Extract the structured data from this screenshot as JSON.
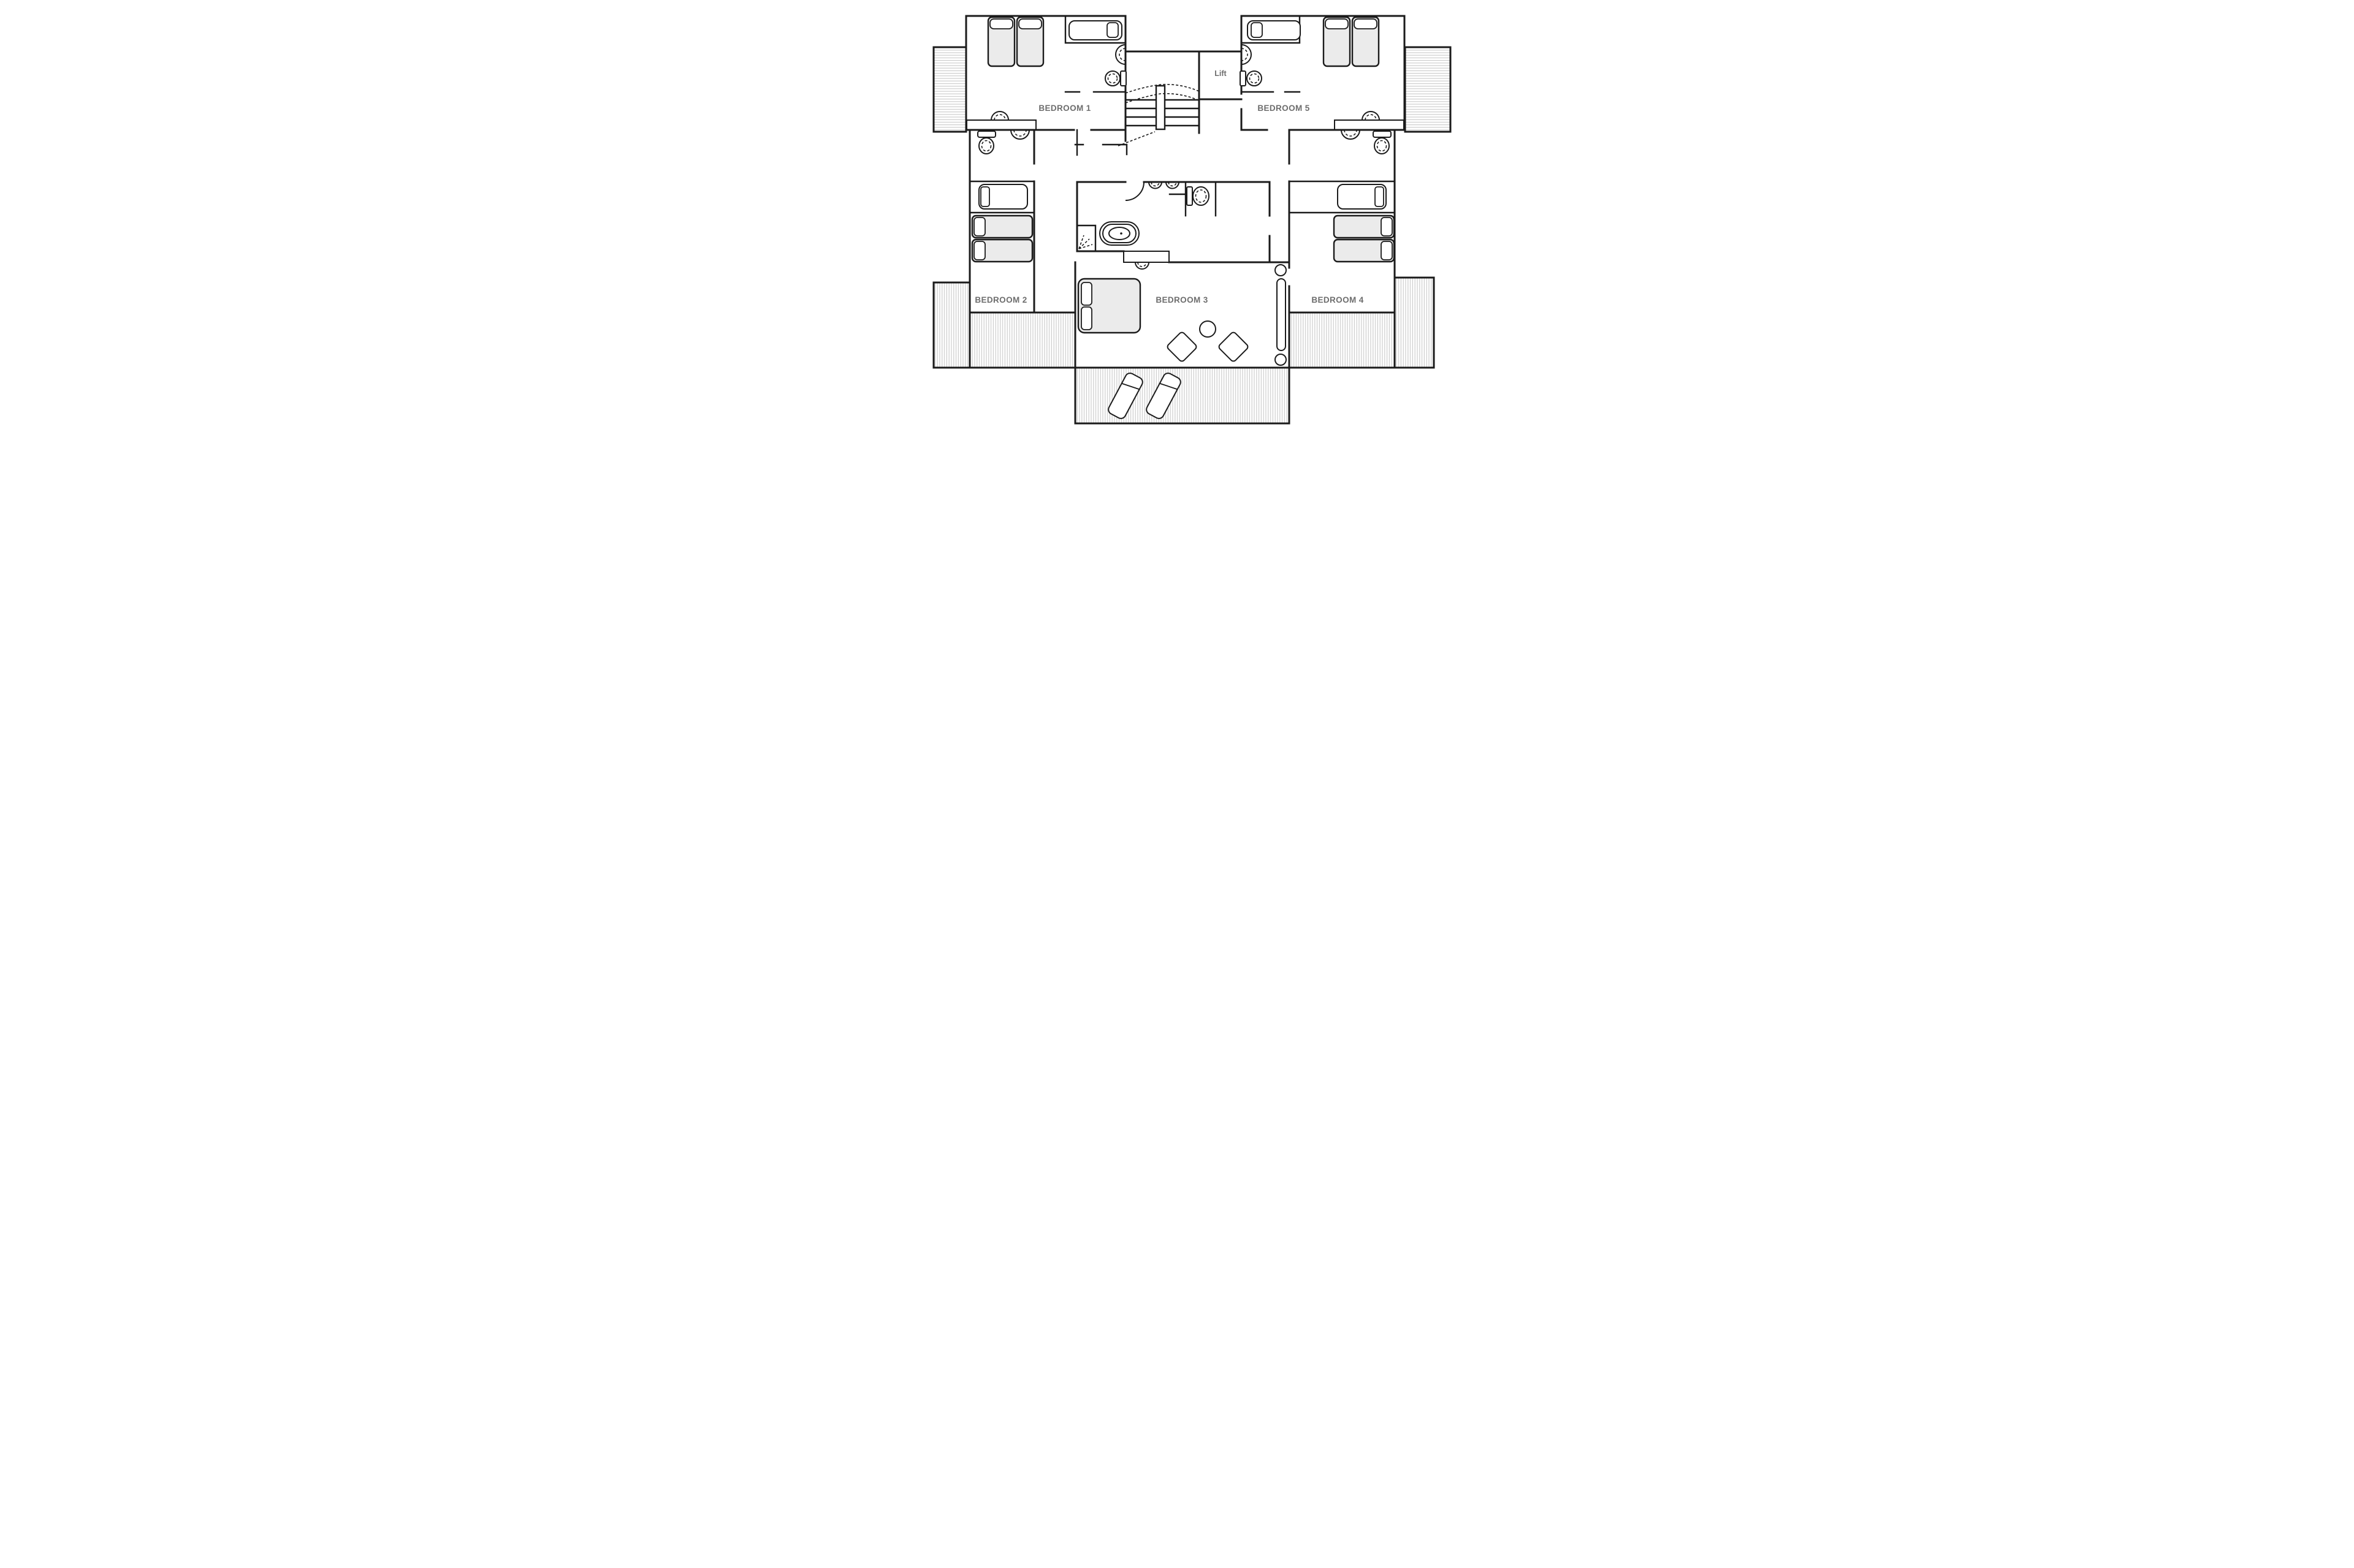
{
  "diagram_type": "architectural-floor-plan",
  "floor": {
    "labels": {
      "bedroom1": "BEDROOM 1",
      "bedroom2": "BEDROOM 2",
      "bedroom3": "BEDROOM 3",
      "bedroom4": "BEDROOM 4",
      "bedroom5": "BEDROOM 5",
      "lift": "Lift"
    },
    "rooms": [
      {
        "name": "bedroom-1",
        "label": "BEDROOM 1",
        "furniture": [
          "twin-bed",
          "twin-bed",
          "single-bed",
          "wall-sink",
          "toilet",
          "vanity-counter",
          "counter-sink"
        ]
      },
      {
        "name": "bedroom-2",
        "label": "BEDROOM 2",
        "furniture": [
          "toilet",
          "wall-sink",
          "single-bed",
          "twin-bed",
          "twin-bed"
        ]
      },
      {
        "name": "bedroom-3",
        "label": "BEDROOM 3",
        "furniture": [
          "double-bed",
          "round-table",
          "chair",
          "chair",
          "sliding-door"
        ]
      },
      {
        "name": "bedroom-4",
        "label": "BEDROOM 4",
        "furniture": [
          "toilet",
          "wall-sink",
          "single-bed",
          "twin-bed",
          "twin-bed"
        ]
      },
      {
        "name": "bedroom-5",
        "label": "BEDROOM 5",
        "furniture": [
          "twin-bed",
          "twin-bed",
          "single-bed",
          "wall-sink",
          "toilet",
          "vanity-counter",
          "counter-sink"
        ]
      },
      {
        "name": "bathroom",
        "label": "",
        "furniture": [
          "bathtub",
          "shower",
          "wall-sink",
          "wall-sink",
          "toilet",
          "counter-sink",
          "door-arc"
        ]
      },
      {
        "name": "lift",
        "label": "Lift",
        "furniture": []
      },
      {
        "name": "staircase",
        "label": "",
        "furniture": [
          "stair-treads",
          "stair-stringer",
          "direction-break-lines"
        ]
      }
    ],
    "outdoor_areas": [
      "balcony-top-left",
      "balcony-top-right",
      "deck-bottom-left",
      "deck-bottom-right",
      "deck-bottom-center"
    ],
    "outdoor_furniture": [
      "sun-lounger",
      "sun-lounger"
    ]
  },
  "colors": {
    "background": "#ffffff",
    "wall": "#1b1b1b",
    "room_label": "#6d6d6d",
    "mattress_fill": "#ebebeb",
    "hatch_line": "#cdcdcd"
  }
}
